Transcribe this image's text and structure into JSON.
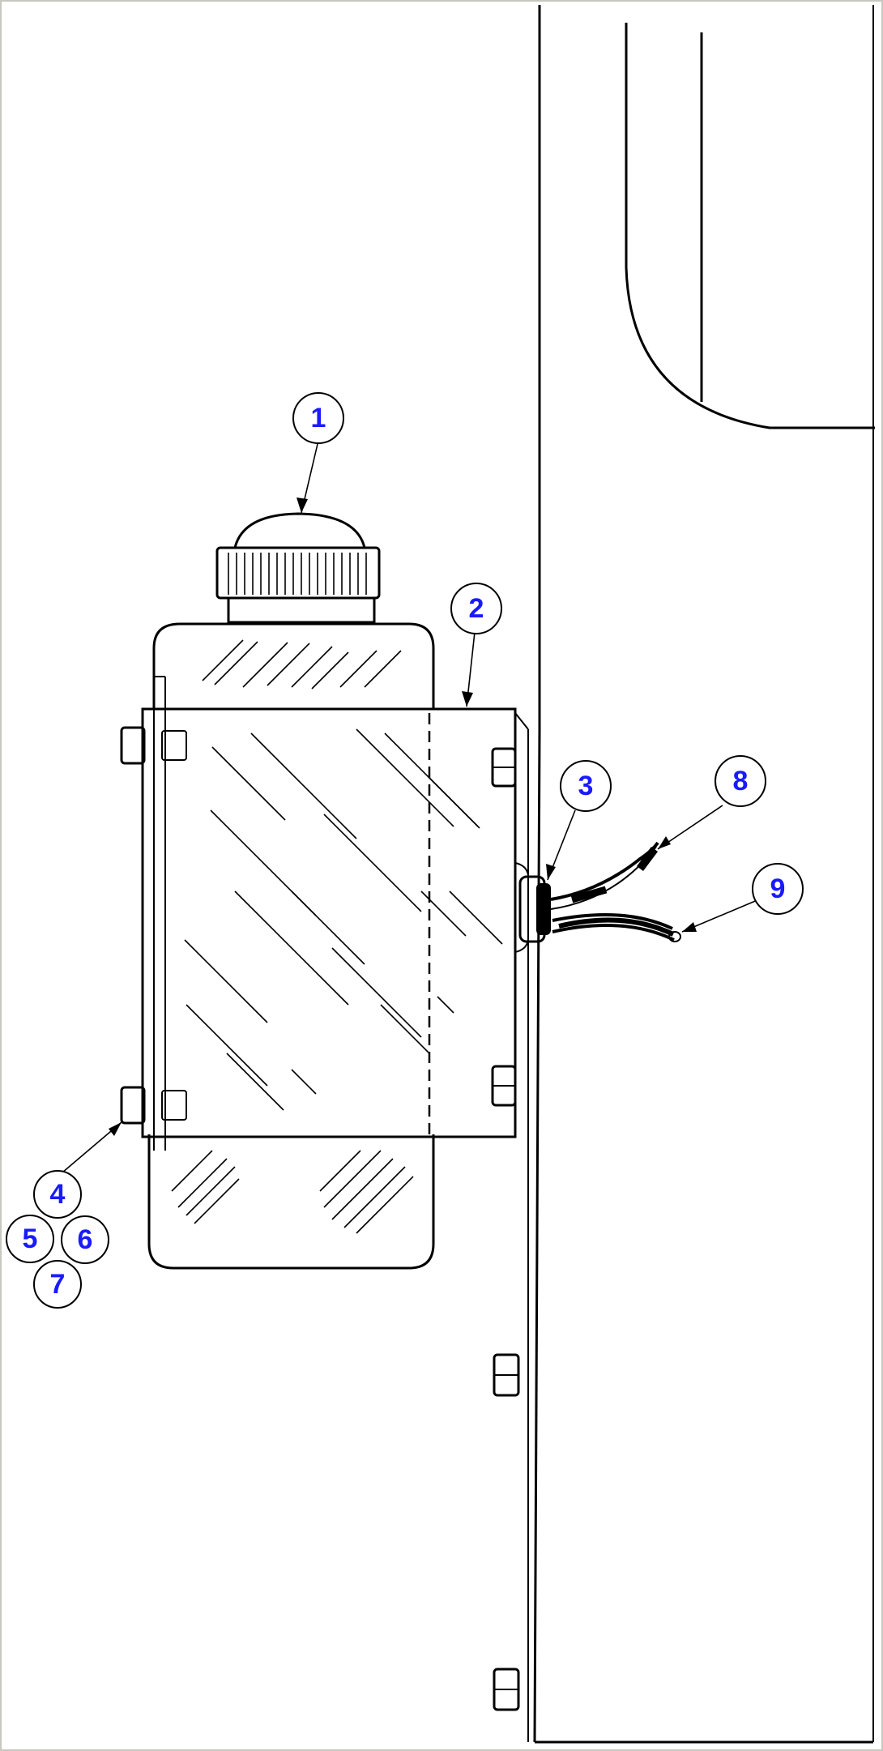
{
  "diagram": {
    "callouts": {
      "c1": "1",
      "c2": "2",
      "c3": "3",
      "c4": "4",
      "c5": "5",
      "c6": "6",
      "c7": "7",
      "c8": "8",
      "c9": "9"
    },
    "colors": {
      "callout_text": "#1a1aff",
      "ink": "#000000",
      "background": "#ffffff",
      "frame": "#c8c8c0"
    }
  }
}
